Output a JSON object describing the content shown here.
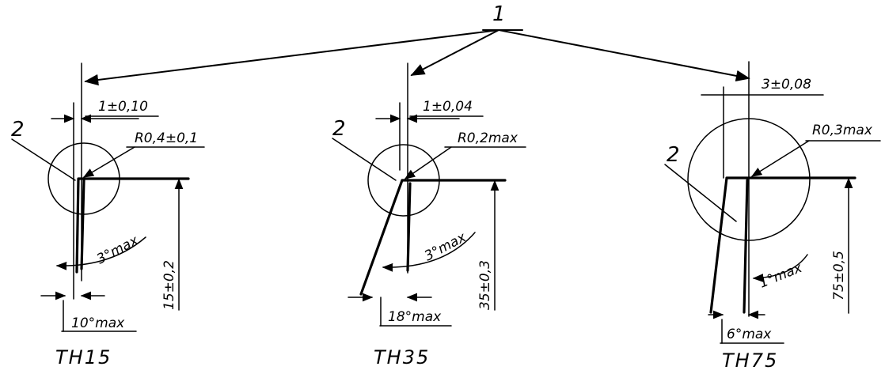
{
  "callouts": {
    "part_1": "1",
    "part_2": "2"
  },
  "profiles": [
    {
      "name": "TH15",
      "width_tolerance": "1±0,10",
      "radius": "R0,4±0,1",
      "taper_angle": "3°max",
      "side_angle": "10°max",
      "height": "15±0,2"
    },
    {
      "name": "TH35",
      "width_tolerance": "1±0,04",
      "radius": "R0,2max",
      "taper_angle": "3°max",
      "side_angle": "18°max",
      "height": "35±0,3"
    },
    {
      "name": "TH75",
      "width_tolerance": "3±0,08",
      "radius": "R0,3max",
      "taper_angle": "1°max",
      "side_angle": "6°max",
      "height": "75±0,5"
    }
  ]
}
